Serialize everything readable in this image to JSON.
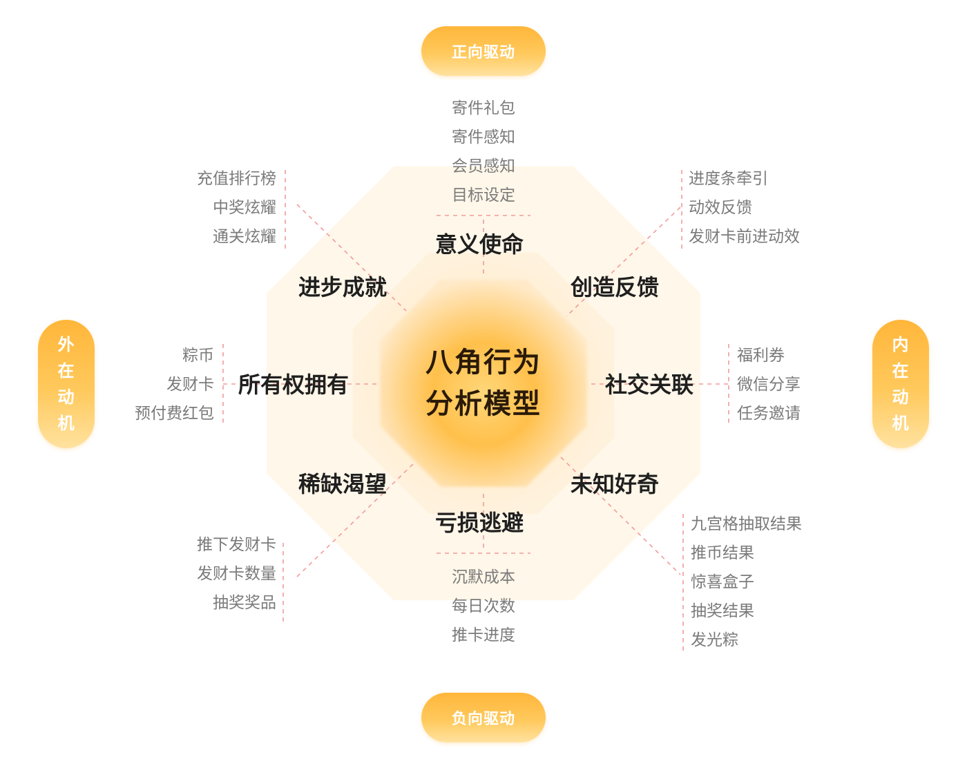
{
  "title": [
    "八角行为",
    "分析模型"
  ],
  "axes": {
    "top": "正向驱动",
    "bottom": "负向驱动",
    "left": [
      "外",
      "在",
      "动",
      "机"
    ],
    "right": [
      "内",
      "在",
      "动",
      "机"
    ]
  },
  "drives": {
    "meaning": "意义使命",
    "feedback": "创造反馈",
    "social": "社交关联",
    "curiosity": "未知好奇",
    "avoidance": "亏损逃避",
    "scarcity": "稀缺渴望",
    "ownership": "所有权拥有",
    "achievement": "进步成就"
  },
  "lists": {
    "top": [
      "寄件礼包",
      "寄件感知",
      "会员感知",
      "目标设定"
    ],
    "top_right": [
      "进度条牵引",
      "动效反馈",
      "发财卡前进动效"
    ],
    "right": [
      "福利券",
      "微信分享",
      "任务邀请"
    ],
    "bottom_right": [
      "九宫格抽取结果",
      "推币结果",
      "惊喜盒子",
      "抽奖结果",
      "发光粽"
    ],
    "bottom": [
      "沉默成本",
      "每日次数",
      "推卡进度"
    ],
    "bottom_left": [
      "推下发财卡",
      "发财卡数量",
      "抽奖奖品"
    ],
    "left": [
      "粽币",
      "发财卡",
      "预付费红包"
    ],
    "top_left": [
      "充值排行榜",
      "中奖炫耀",
      "通关炫耀"
    ]
  },
  "colors": {
    "accent": "#ffb63a",
    "dashed": "#f29a9a",
    "text_dark": "#1f1f1f",
    "text_muted": "#7a7a7a",
    "octagon_fill": "#fff4e2"
  }
}
